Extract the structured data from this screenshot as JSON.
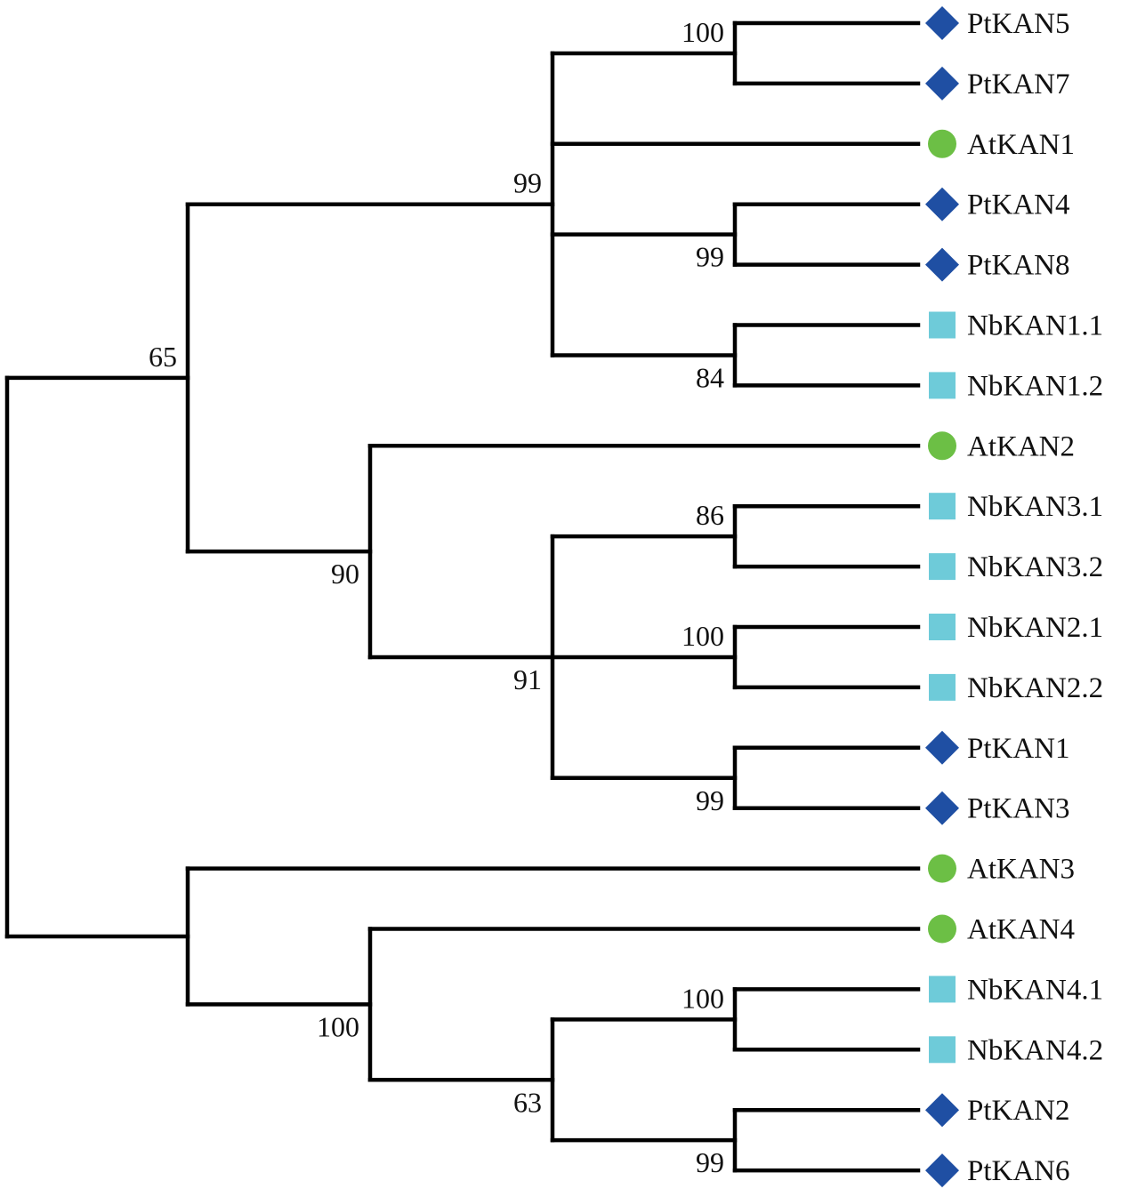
{
  "legend_colors": {
    "Pt": "#1f4fa3",
    "At": "#6cbf45",
    "Nb": "#6ecbd9"
  },
  "marker_shapes": {
    "Pt": "diamond",
    "At": "circle",
    "Nb": "square"
  },
  "taxa": [
    {
      "label": "PtKAN5",
      "group": "Pt"
    },
    {
      "label": "PtKAN7",
      "group": "Pt"
    },
    {
      "label": "AtKAN1",
      "group": "At"
    },
    {
      "label": "PtKAN4",
      "group": "Pt"
    },
    {
      "label": "PtKAN8",
      "group": "Pt"
    },
    {
      "label": "NbKAN1.1",
      "group": "Nb"
    },
    {
      "label": "NbKAN1.2",
      "group": "Nb"
    },
    {
      "label": "AtKAN2",
      "group": "At"
    },
    {
      "label": "NbKAN3.1",
      "group": "Nb"
    },
    {
      "label": "NbKAN3.2",
      "group": "Nb"
    },
    {
      "label": "NbKAN2.1",
      "group": "Nb"
    },
    {
      "label": "NbKAN2.2",
      "group": "Nb"
    },
    {
      "label": "PtKAN1",
      "group": "Pt"
    },
    {
      "label": "PtKAN3",
      "group": "Pt"
    },
    {
      "label": "AtKAN3",
      "group": "At"
    },
    {
      "label": "AtKAN4",
      "group": "At"
    },
    {
      "label": "NbKAN4.1",
      "group": "Nb"
    },
    {
      "label": "NbKAN4.2",
      "group": "Nb"
    },
    {
      "label": "PtKAN2",
      "group": "Pt"
    },
    {
      "label": "PtKAN6",
      "group": "Pt"
    }
  ],
  "clades": [
    {
      "id": "pt5_pt7",
      "children": [
        "PtKAN5",
        "PtKAN7"
      ],
      "support": "100"
    },
    {
      "id": "pt4_pt8",
      "children": [
        "PtKAN4",
        "PtKAN8"
      ],
      "support": "99"
    },
    {
      "id": "nb11_nb12",
      "children": [
        "NbKAN1.1",
        "NbKAN1.2"
      ],
      "support": "84"
    },
    {
      "id": "kan1_clade",
      "children": [
        "pt5_pt7",
        "AtKAN1",
        "pt4_pt8",
        "nb11_nb12"
      ],
      "support": "99"
    },
    {
      "id": "nb31_nb32",
      "children": [
        "NbKAN3.1",
        "NbKAN3.2"
      ],
      "support": "86"
    },
    {
      "id": "nb21_nb22",
      "children": [
        "NbKAN2.1",
        "NbKAN2.2"
      ],
      "support": "100"
    },
    {
      "id": "pt1_pt3",
      "children": [
        "PtKAN1",
        "PtKAN3"
      ],
      "support": "99"
    },
    {
      "id": "kan23_inner",
      "children": [
        "nb31_nb32",
        "nb21_nb22",
        "pt1_pt3"
      ],
      "support": "91"
    },
    {
      "id": "kan2_clade",
      "children": [
        "AtKAN2",
        "kan23_inner"
      ],
      "support": "90"
    },
    {
      "id": "kan12_clade",
      "children": [
        "kan1_clade",
        "kan2_clade"
      ],
      "support": "65"
    },
    {
      "id": "nb41_nb42",
      "children": [
        "NbKAN4.1",
        "NbKAN4.2"
      ],
      "support": "100"
    },
    {
      "id": "pt2_pt6",
      "children": [
        "PtKAN2",
        "PtKAN6"
      ],
      "support": "99"
    },
    {
      "id": "kan4_inner",
      "children": [
        "nb41_nb42",
        "pt2_pt6"
      ],
      "support": "63"
    },
    {
      "id": "kan4_clade",
      "children": [
        "AtKAN4",
        "kan4_inner"
      ],
      "support": "100"
    },
    {
      "id": "kan34_clade",
      "children": [
        "AtKAN3",
        "kan4_clade"
      ],
      "support": ""
    },
    {
      "id": "root",
      "children": [
        "kan12_clade",
        "kan34_clade"
      ],
      "support": ""
    }
  ]
}
